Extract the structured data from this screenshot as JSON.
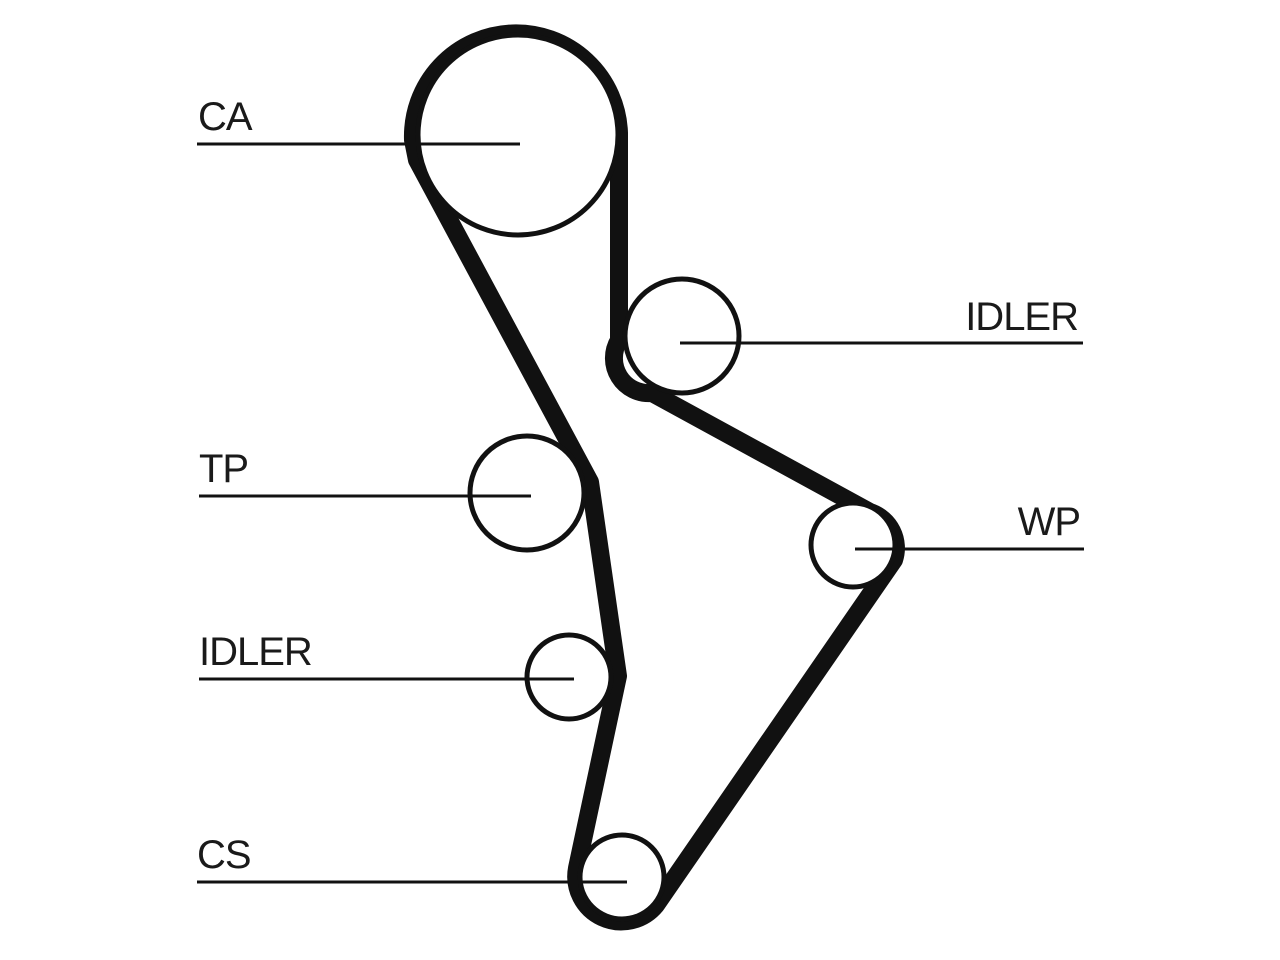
{
  "colors": {
    "line": "#111111",
    "background": "#ffffff"
  },
  "labels": {
    "camshaft": "CA",
    "idler_upper": "IDLER",
    "tensioner": "TP",
    "water_pump": "WP",
    "idler_lower": "IDLER",
    "crankshaft": "CS"
  }
}
